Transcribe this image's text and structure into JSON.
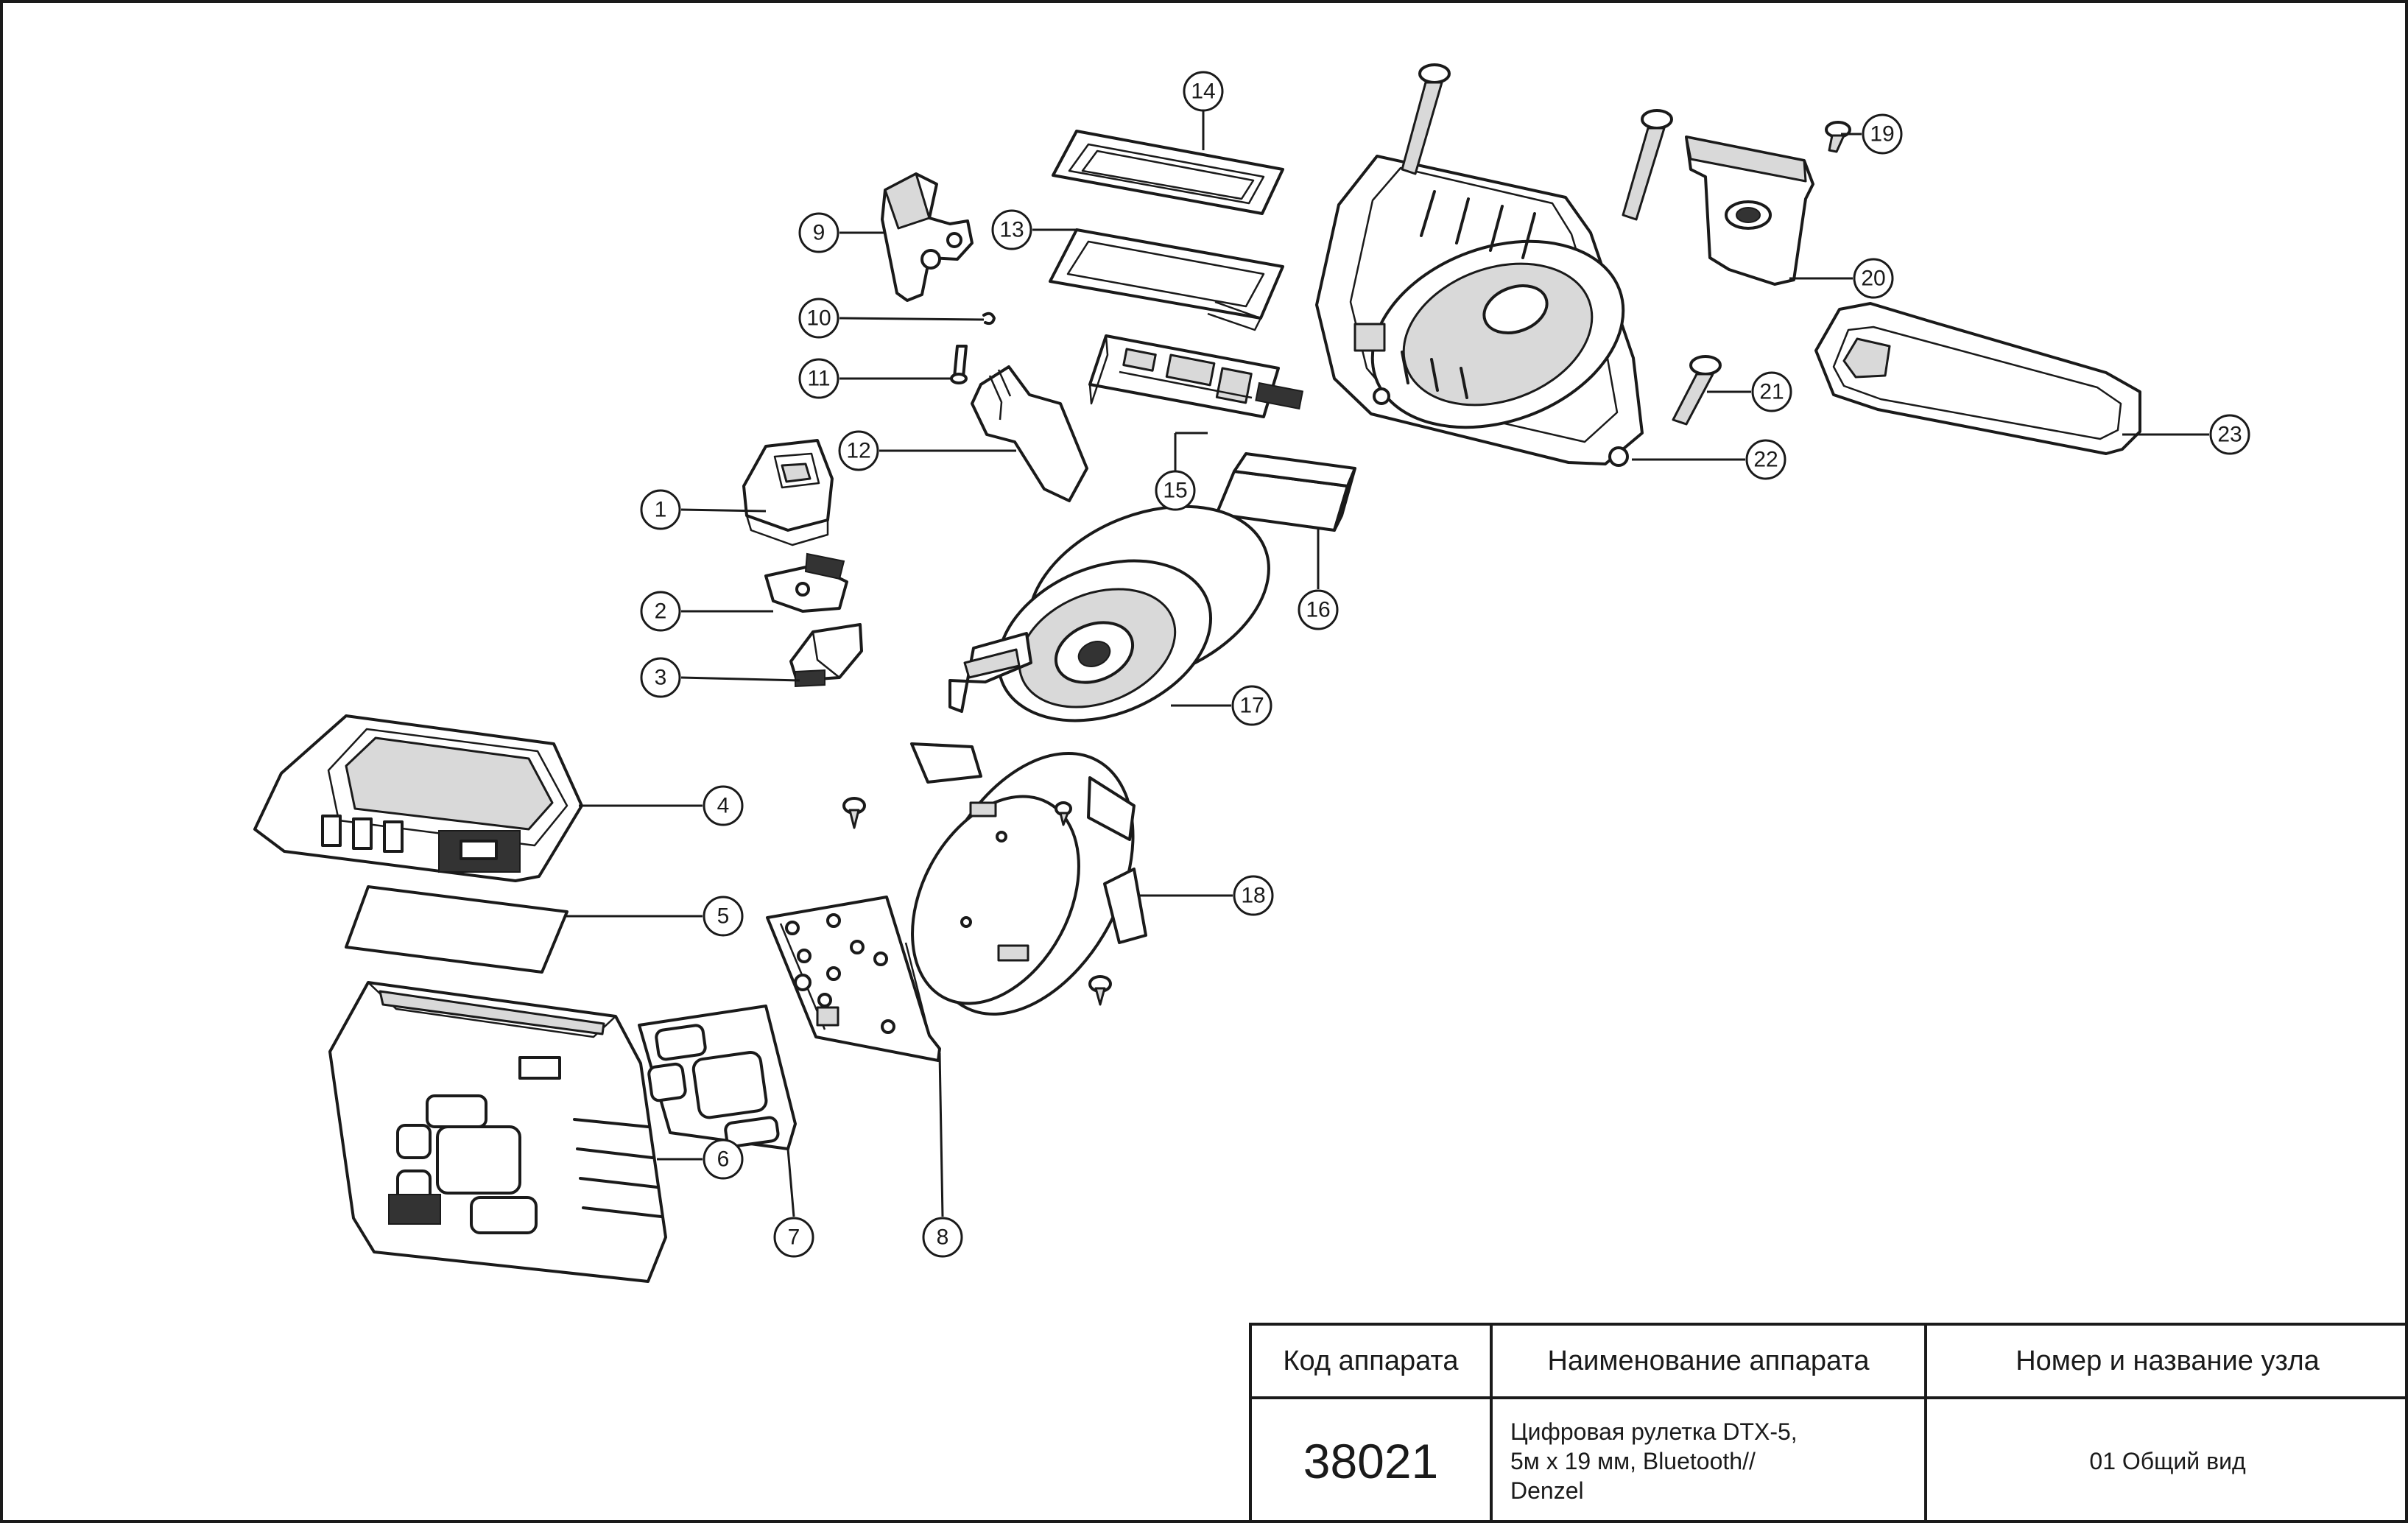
{
  "title_block": {
    "headers": {
      "code": "Код аппарата",
      "name": "Наименование аппарата",
      "node": "Номер и название узла"
    },
    "code": "38021",
    "name_lines": [
      "Цифровая рулетка DTX-5,",
      "5м х 19 мм, Bluetooth//",
      "Denzel"
    ],
    "node": "01 Общий вид"
  },
  "part_numbers": [
    "1",
    "2",
    "3",
    "4",
    "5",
    "6",
    "7",
    "8",
    "9",
    "10",
    "11",
    "12",
    "13",
    "14",
    "15",
    "16",
    "17",
    "18",
    "19",
    "20",
    "21",
    "22",
    "23"
  ]
}
